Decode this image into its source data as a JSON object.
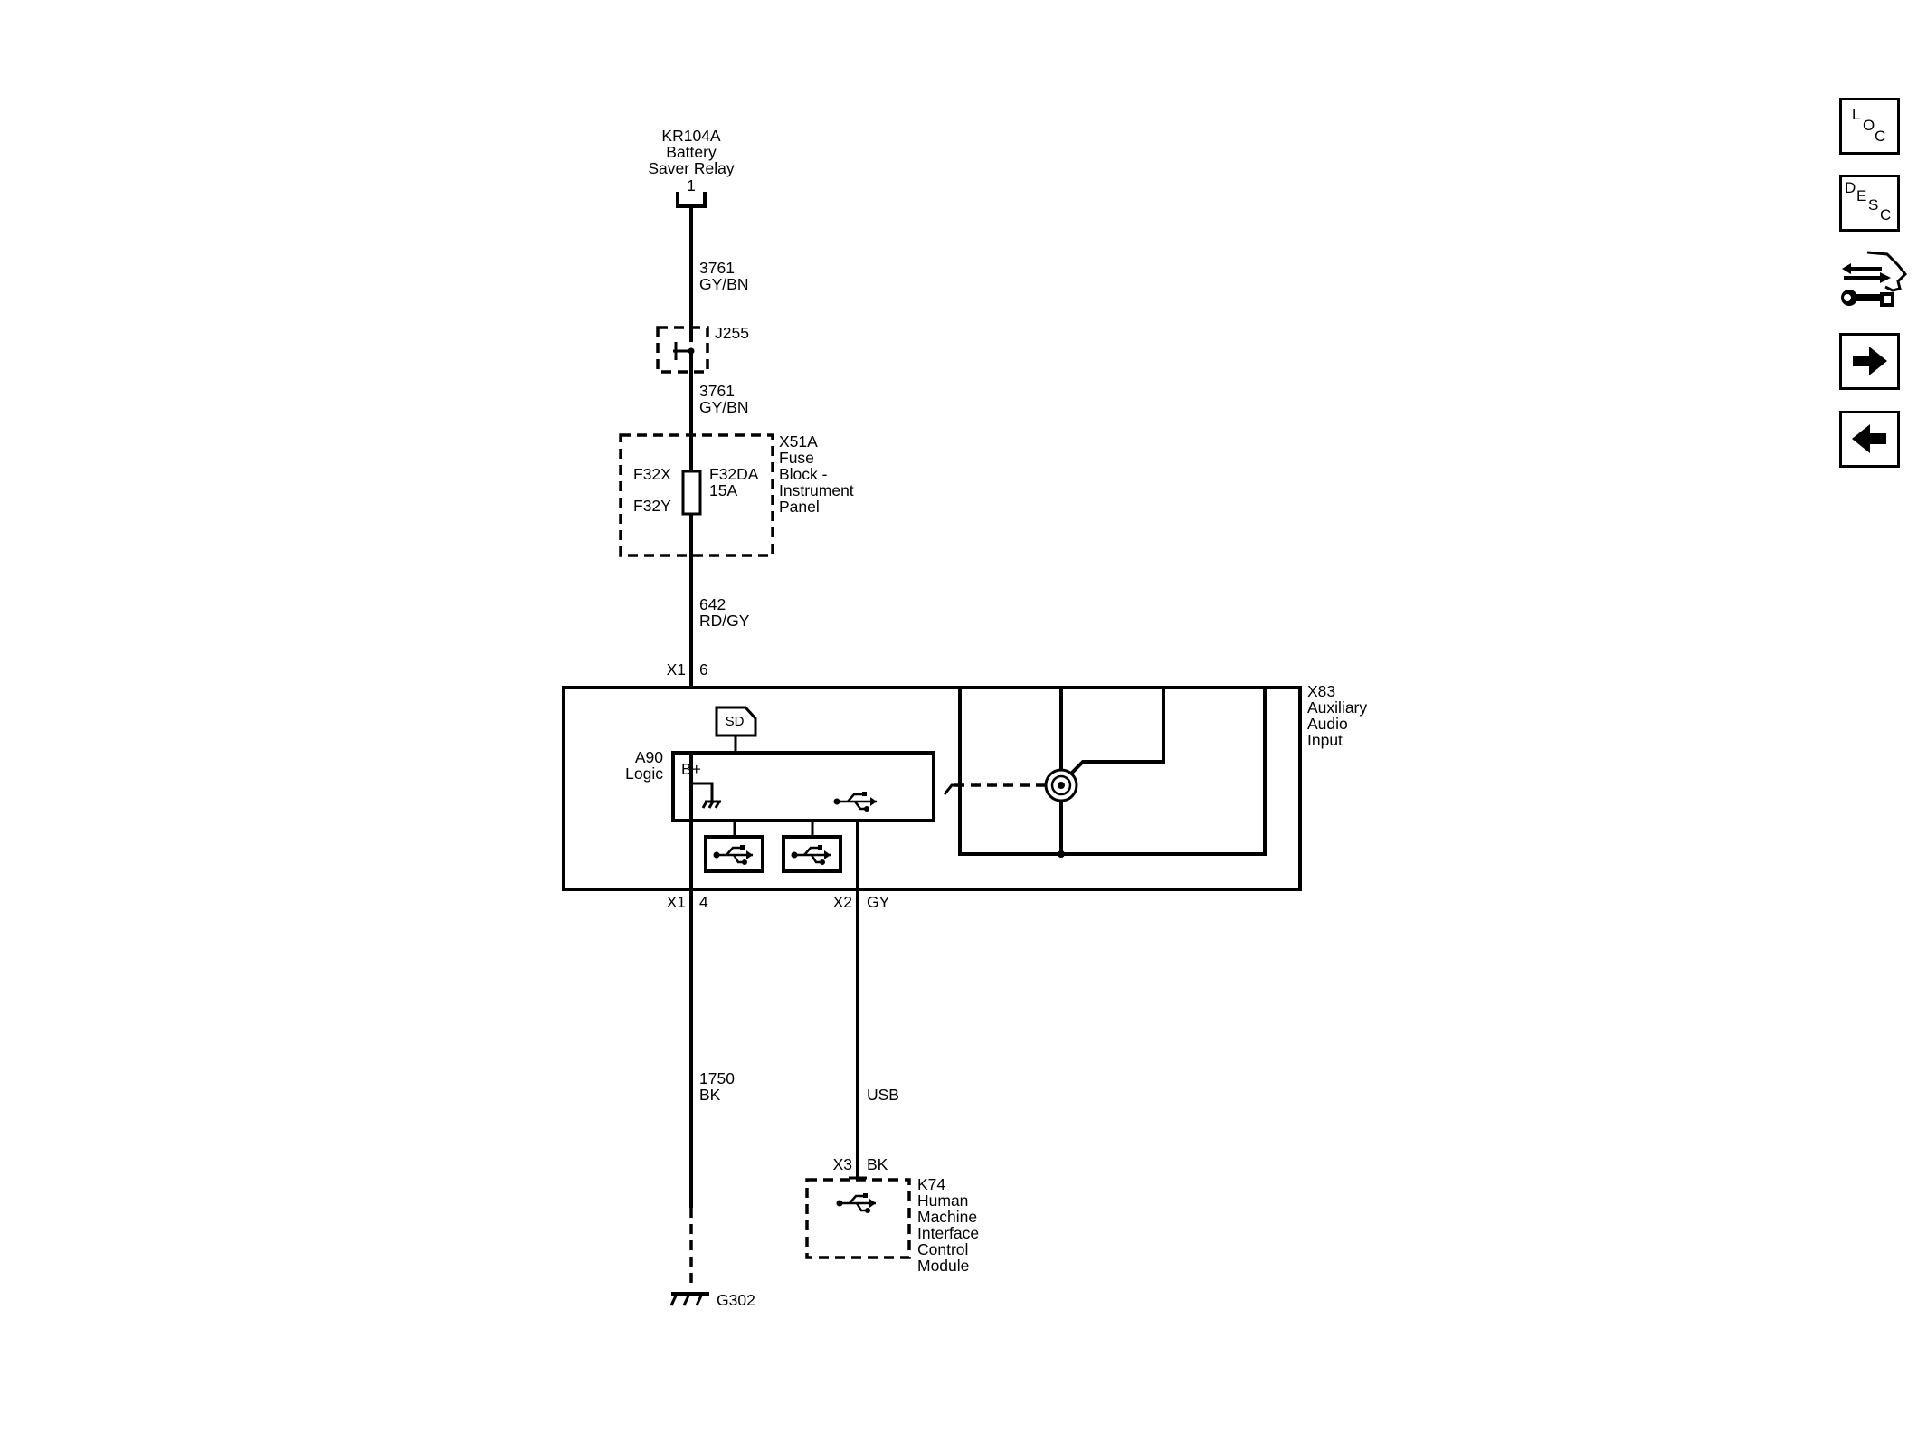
{
  "components": {
    "battery_saver_relay": {
      "id": "KR104A",
      "line1": "Battery",
      "line2": "Saver Relay",
      "pin": "1"
    },
    "splice": {
      "id": "J255"
    },
    "fuse_block": {
      "id": "X51A",
      "line1": "Fuse",
      "line2": "Block -",
      "line3": "Instrument",
      "line4": "Panel",
      "fuse_in": "F32X",
      "fuse_out": "F32Y",
      "fuse_id": "F32DA",
      "fuse_rating": "15A"
    },
    "aux_input": {
      "id": "X83",
      "line1": "Auxiliary",
      "line2": "Audio",
      "line3": "Input"
    },
    "logic": {
      "id": "A90",
      "name": "Logic",
      "bplus": "B+",
      "sd": "SD"
    },
    "hmi_module": {
      "id": "K74",
      "line1": "Human",
      "line2": "Machine",
      "line3": "Interface",
      "line4": "Control",
      "line5": "Module"
    },
    "ground": {
      "id": "G302"
    }
  },
  "wires": {
    "w1": {
      "circuit": "3761",
      "color": "GY/BN"
    },
    "w2": {
      "circuit": "3761",
      "color": "GY/BN"
    },
    "w3": {
      "circuit": "642",
      "color": "RD/GY"
    },
    "w4": {
      "circuit": "1750",
      "color": "BK"
    },
    "usb": {
      "label": "USB"
    }
  },
  "connectors": {
    "x1_top": {
      "conn": "X1",
      "pin": "6"
    },
    "x1_bottom": {
      "conn": "X1",
      "pin": "4"
    },
    "x2": {
      "conn": "X2",
      "pin": "GY"
    },
    "x3": {
      "conn": "X3",
      "pin": "BK"
    }
  },
  "nav": {
    "loc": {
      "l1": "L",
      "l2": "O",
      "l3": "C"
    },
    "desc": {
      "l1": "D",
      "l2": "E",
      "l3": "S",
      "l4": "C"
    },
    "icons": [
      "connector-tools-icon",
      "arrow-right-icon",
      "arrow-left-icon"
    ]
  }
}
